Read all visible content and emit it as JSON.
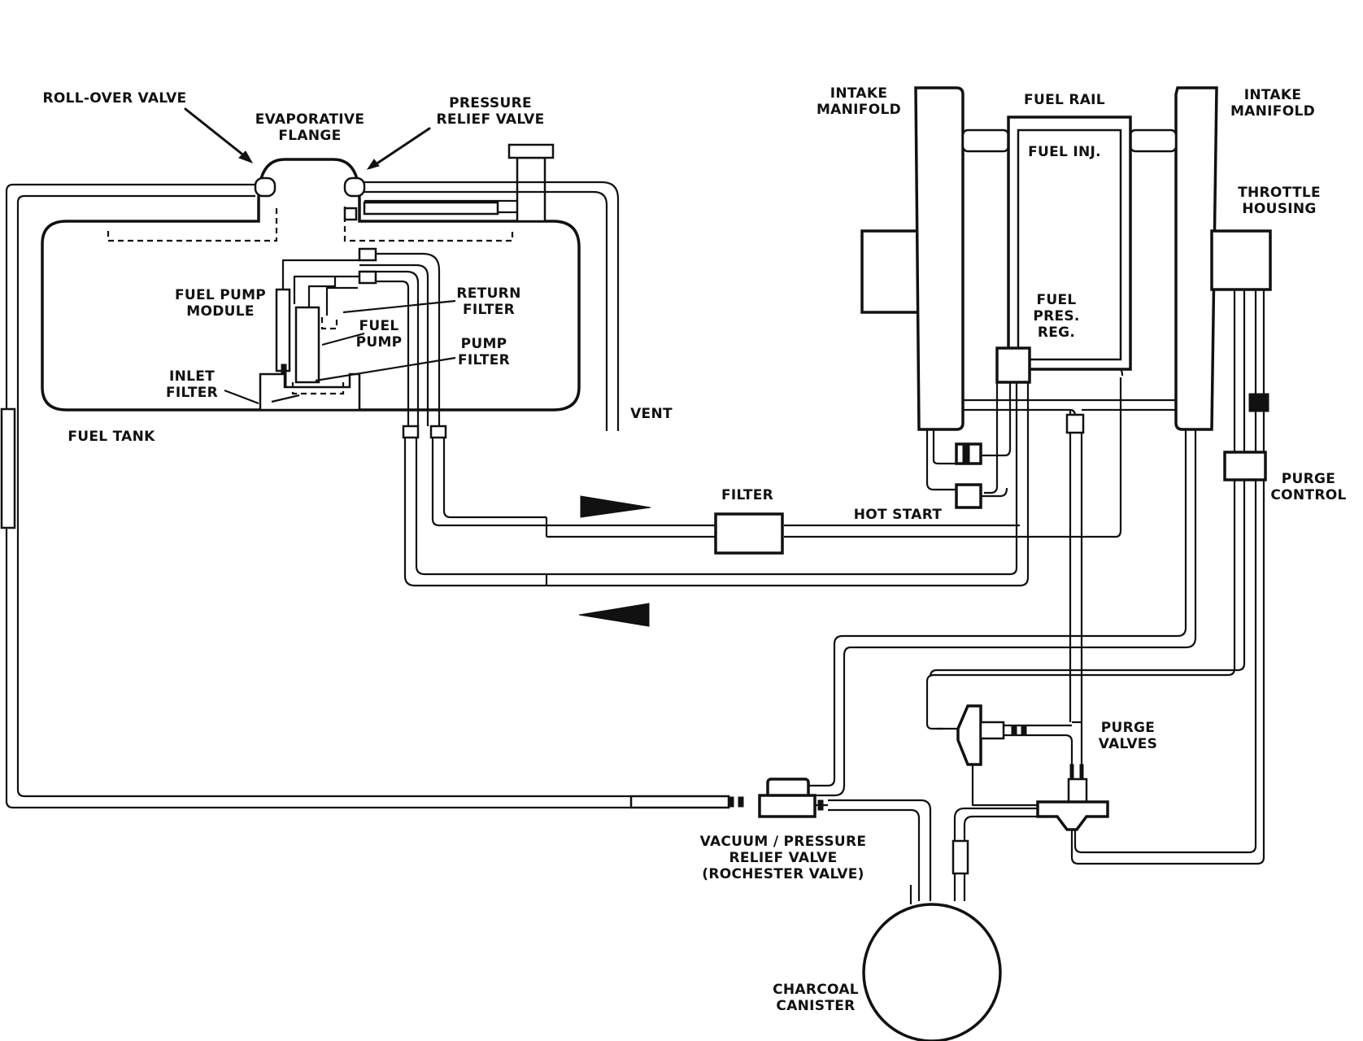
{
  "labels": {
    "roll_over_valve": "ROLL-OVER VALVE",
    "evaporative_flange": [
      "EVAPORATIVE",
      "FLANGE"
    ],
    "pressure_relief_valve": [
      "PRESSURE",
      "RELIEF VALVE"
    ],
    "fuel_pump_module": [
      "FUEL PUMP",
      "MODULE"
    ],
    "return_filter": [
      "RETURN",
      "FILTER"
    ],
    "fuel_pump": [
      "FUEL",
      "PUMP"
    ],
    "pump_filter": [
      "PUMP",
      "FILTER"
    ],
    "inlet_filter": [
      "INLET",
      "FILTER"
    ],
    "fuel_tank": "FUEL TANK",
    "vent": "VENT",
    "intake_manifold_left": [
      "INTAKE",
      "MANIFOLD"
    ],
    "fuel_rail": "FUEL RAIL",
    "intake_manifold_right": [
      "INTAKE",
      "MANIFOLD"
    ],
    "fuel_inj": "FUEL INJ.",
    "throttle_housing": [
      "THROTTLE",
      "HOUSING"
    ],
    "fuel_pres_reg": [
      "FUEL",
      "PRES.",
      "REG."
    ],
    "purge_control": [
      "PURGE",
      "CONTROL"
    ],
    "filter": "FILTER",
    "hot_start": "HOT START",
    "purge_valves": [
      "PURGE",
      "VALVES"
    ],
    "vacuum_pressure_relief_valve": [
      "VACUUM / PRESSURE",
      "RELIEF VALVE",
      "(ROCHESTER VALVE)"
    ],
    "charcoal_canister": [
      "CHARCOAL",
      "CANISTER"
    ]
  }
}
